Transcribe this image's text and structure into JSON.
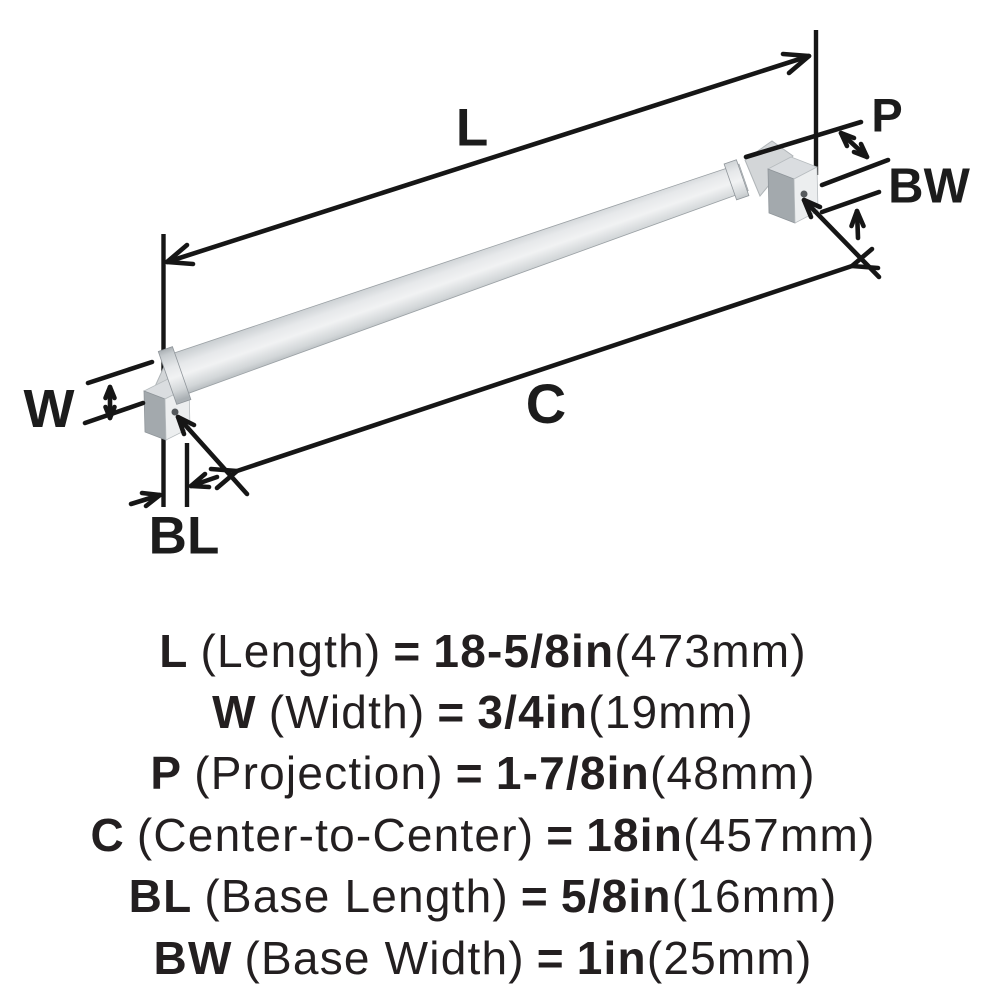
{
  "diagram": {
    "labels": {
      "length": "L",
      "projection": "P",
      "base_width": "BW",
      "width": "W",
      "center_to_center": "C",
      "base_length": "BL"
    }
  },
  "specs": [
    {
      "abbr": "L",
      "name": "(Length)",
      "eq": "=",
      "value": "18-5/8in",
      "metric": "(473mm)"
    },
    {
      "abbr": "W",
      "name": "(Width)",
      "eq": "=",
      "value": "3/4in",
      "metric": "(19mm)"
    },
    {
      "abbr": "P",
      "name": "(Projection)",
      "eq": "=",
      "value": "1-7/8in",
      "metric": "(48mm)"
    },
    {
      "abbr": "C",
      "name": "(Center-to-Center)",
      "eq": "=",
      "value": "18in",
      "metric": "(457mm)"
    },
    {
      "abbr": "BL",
      "name": "(Base Length)",
      "eq": "=",
      "value": "5/8in",
      "metric": "(16mm)"
    },
    {
      "abbr": "BW",
      "name": "(Base Width)",
      "eq": "=",
      "value": "1in",
      "metric": "(25mm)"
    }
  ],
  "colors": {
    "line": "#161616",
    "text": "#231f20",
    "metal_highlight": "#f1f2f3",
    "metal_mid": "#d2d6d8",
    "metal_shadow": "#9fa5a9",
    "background": "#ffffff"
  }
}
